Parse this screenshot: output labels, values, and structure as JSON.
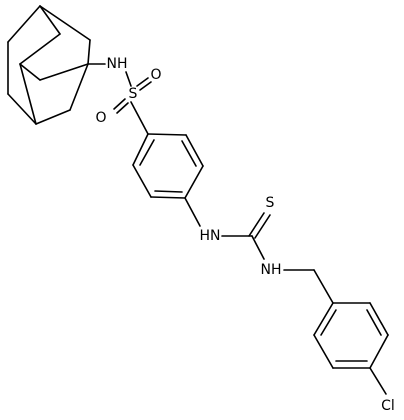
{
  "atom_labels": {
    "nh_sulfonamide": "NH",
    "sulfur_sulfonyl": "S",
    "oxygen_top": "O",
    "oxygen_left": "O",
    "nh_thiourea_1": "HN",
    "sulfur_thione": "S",
    "nh_thiourea_2": "NH",
    "chlorine": "Cl"
  },
  "colors": {
    "bond": "#000000",
    "label": "#000000",
    "background": "#ffffff"
  }
}
